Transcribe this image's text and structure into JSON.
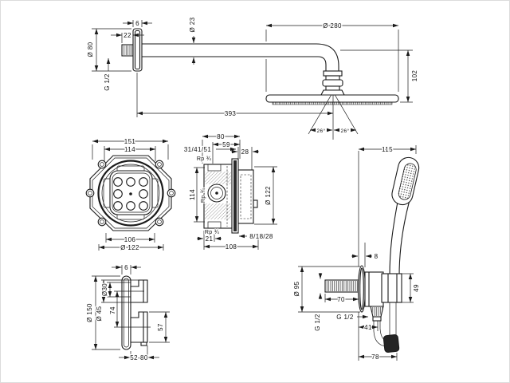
{
  "overhead_shower": {
    "flange_thickness": "6",
    "nipple_length": "22",
    "flange_diameter": "Ø 80",
    "wall_connection": "G 1/2",
    "arm_diameter": "Ø 23",
    "head_diameter": "Ø 280",
    "head_height": "102",
    "arm_reach": "393",
    "swivel_left": "26°",
    "swivel_right": "26°"
  },
  "basic_set_front": {
    "overall_width": "151",
    "mount_width": "114",
    "lower_width": "106",
    "body_diameter": "Ø 122"
  },
  "basic_set_side": {
    "depth_80": "80",
    "depth_59": "59",
    "plaster_depths": "31/41/51",
    "front_depth": "28",
    "thread_top": "Rp ¾",
    "body_height": "114",
    "thread_mid": "Rp ¾",
    "escutcheon_diameter": "Ø 122",
    "thread_bottom": "Rp ¾",
    "offset_21": "21",
    "total_depth": "108",
    "adjustment_range": "8/18/28"
  },
  "thermostat": {
    "plate_thickness": "6",
    "plate_diameter": "Ø 150",
    "knob_step_diameter": "Ø30",
    "knob_diameter": "Ø 45",
    "knob_spacing": "74",
    "lower_knob_diameter": "57",
    "install_depth_range": "52-80"
  },
  "hand_shower_set": {
    "reach": "115",
    "wall_offset": "8",
    "escutcheon_diameter": "Ø 95",
    "pipe_length": "70",
    "thread_vertical": "G 1/2",
    "thread_horizontal": "G 1/2",
    "hose_offset": "41",
    "holder_height": "49",
    "bottom_reach": "78"
  }
}
